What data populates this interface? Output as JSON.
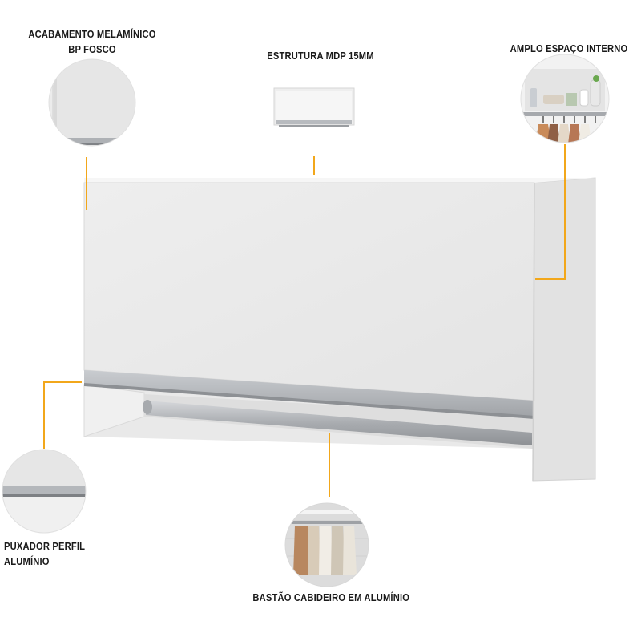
{
  "labels": {
    "finish": {
      "line1": "ACABAMENTO MELAMÍNICO",
      "line2": "BP FOSCO"
    },
    "structure": "ESTRUTURA  MDP 15MM",
    "interior": "AMPLO ESPAÇO INTERNO",
    "handle": {
      "line1": "PUXADOR PERFIL",
      "line2": "ALUMÍNIO"
    },
    "rod": "BASTÃO CABIDEIRO EM ALUMÍNIO"
  },
  "colors": {
    "callout_line": "#f2a71b",
    "cabinet_front": "#ebebeb",
    "cabinet_side": "#dcdcdc",
    "aluminum": "#b9bcc0"
  }
}
